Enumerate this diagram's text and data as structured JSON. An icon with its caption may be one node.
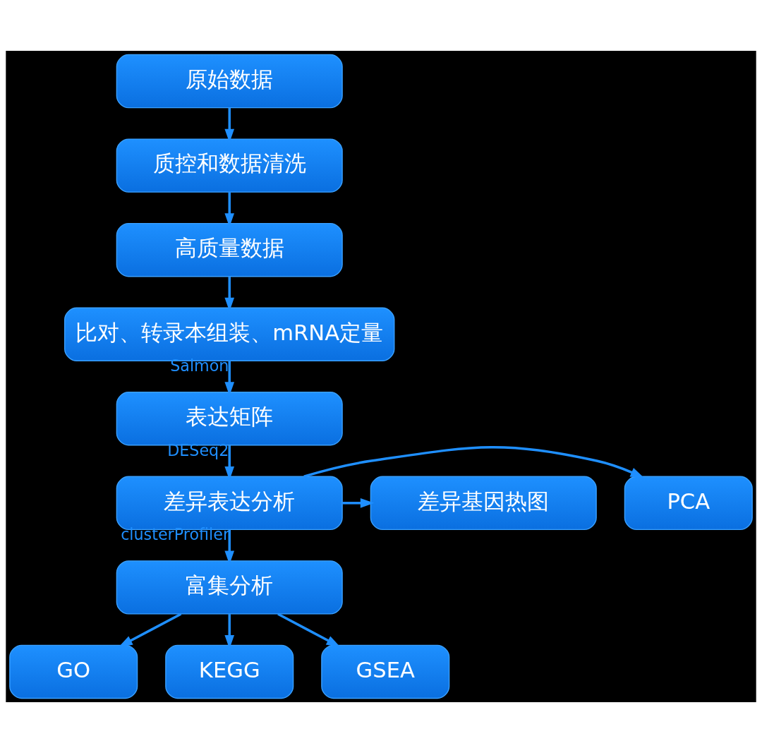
{
  "diagram": {
    "nodes": [
      {
        "text": [
          "原始数据"
        ]
      },
      {
        "text": [
          "质控和数据清洗"
        ]
      },
      {
        "text": [
          "高质量数据"
        ]
      },
      {
        "text": [
          "比对、转录本组装、mRNA定量"
        ]
      },
      {
        "text": [
          "表达矩阵"
        ]
      },
      {
        "text": [
          "差异表达分析"
        ]
      },
      {
        "text": [
          "PCA"
        ]
      },
      {
        "text": [
          "差异基因热图"
        ]
      },
      {
        "text": [
          "富集分析"
        ]
      },
      {
        "text": [
          "GO"
        ]
      },
      {
        "text": [
          "KEGG"
        ]
      },
      {
        "text": [
          "GSEA"
        ]
      }
    ],
    "edges": [
      {
        "from": 0,
        "to": 1,
        "arrow": "to"
      },
      {
        "from": 1,
        "to": 2,
        "arrow": "to"
      },
      {
        "from": 2,
        "to": 3,
        "arrow": "to"
      },
      {
        "from": 3,
        "to": 4,
        "arrow": "to",
        "label": "Salmon"
      },
      {
        "from": 4,
        "to": 5,
        "arrow": "to",
        "label": "DESeq2"
      },
      {
        "from": 5,
        "to": 6,
        "arrow": "to"
      },
      {
        "from": 5,
        "to": 7,
        "arrow": "to"
      },
      {
        "from": 5,
        "to": 8,
        "arrow": "to",
        "label": "clusterProfiler"
      },
      {
        "from": 8,
        "to": 9,
        "arrow": "to"
      },
      {
        "from": 8,
        "to": 10,
        "arrow": "to"
      },
      {
        "from": 8,
        "to": 11,
        "arrow": "to"
      }
    ]
  }
}
